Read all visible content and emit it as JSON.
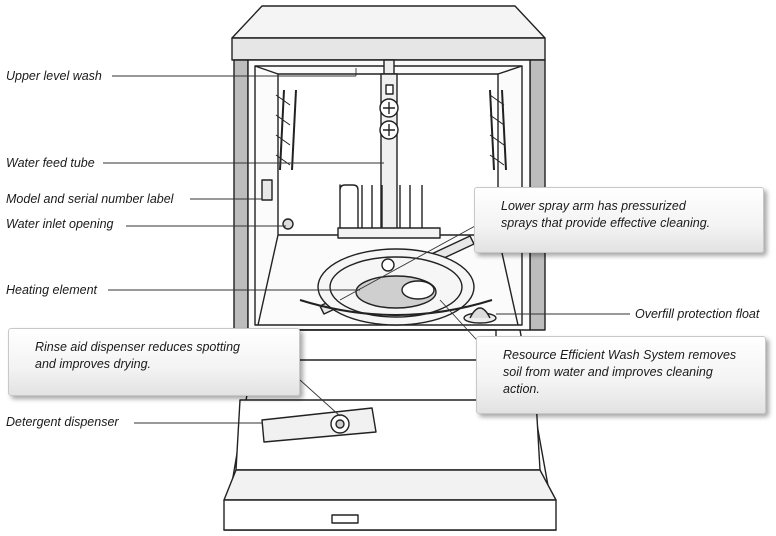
{
  "labels": {
    "upper_level_wash": "Upper level wash",
    "water_feed_tube": "Water feed tube",
    "model_serial_label": "Model and serial number label",
    "water_inlet_opening": "Water inlet opening",
    "heating_element": "Heating element",
    "overfill_float": "Overfill protection float",
    "detergent_dispenser": "Detergent dispenser"
  },
  "callouts": {
    "lower_spray_arm": {
      "line1": "Lower spray arm has pressurized",
      "line2": "sprays that provide effective cleaning."
    },
    "rinse_aid": {
      "line1": "Rinse aid dispenser reduces spotting",
      "line2": "and improves drying."
    },
    "wash_system": {
      "line1": "Resource Efficient Wash System removes",
      "line2": "soil from water and improves cleaning",
      "line3": "action."
    }
  }
}
